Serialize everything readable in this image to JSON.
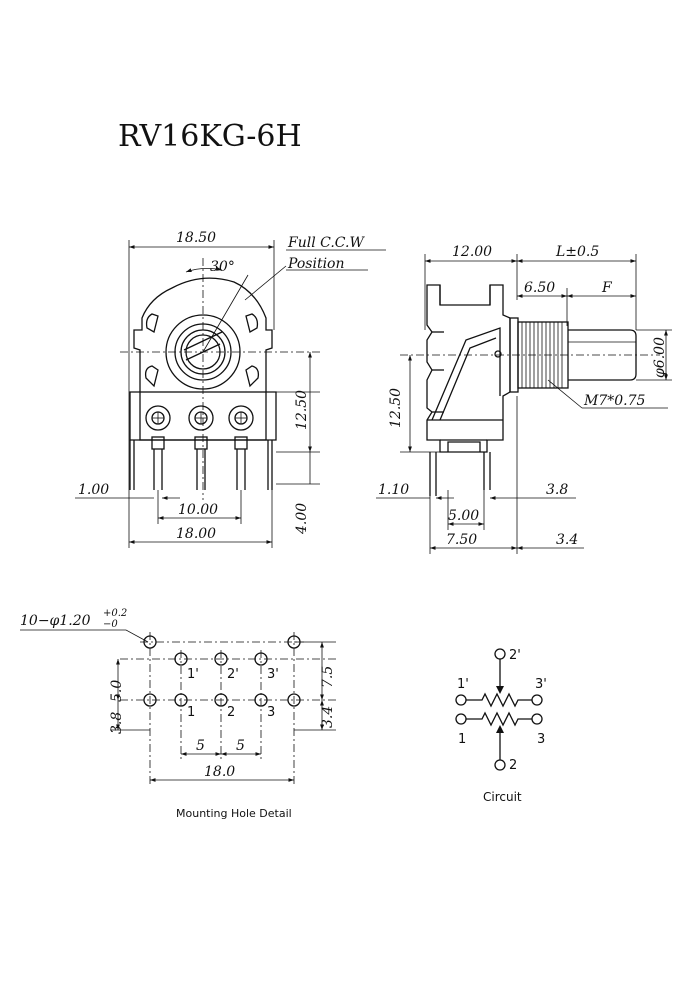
{
  "title": "RV16KG-6H",
  "front_view": {
    "width_top": "18.50",
    "angle": "30°",
    "ccw_note_1": "Full C.C.W",
    "ccw_note_2": "Position",
    "height": "12.50",
    "pin_offset": "1.00",
    "pin_pitch": "10.00",
    "width_bottom": "18.00",
    "pin_length": "4.00"
  },
  "side_view": {
    "body_depth": "12.00",
    "shaft_length": "L±0.5",
    "thread_length": "6.50",
    "flat": "F",
    "shaft_dia": "φ6.00",
    "thread": "M7*0.75",
    "height": "12.50",
    "pin_offset": "1.10",
    "pin_spacing": "5.00",
    "pin_to_body": "7.50",
    "dim_38": "3.8",
    "dim_34": "3.4"
  },
  "mounting": {
    "hole_spec": "10−φ1.20",
    "tol_plus": "+0.2",
    "tol_minus": "−0",
    "pin_labels_top": [
      "1'",
      "2'",
      "3'"
    ],
    "pin_labels_bottom": [
      "1",
      "2",
      "3"
    ],
    "dim_38": "3.8",
    "dim_50": "5.0",
    "dim_75": "7.5",
    "dim_34": "3.4",
    "pitch_a": "5",
    "pitch_b": "5",
    "width": "18.0",
    "caption": "Mounting Hole Detail"
  },
  "circuit": {
    "labels": [
      "2'",
      "1'",
      "3'",
      "1",
      "3",
      "2"
    ],
    "caption": "Circuit"
  }
}
